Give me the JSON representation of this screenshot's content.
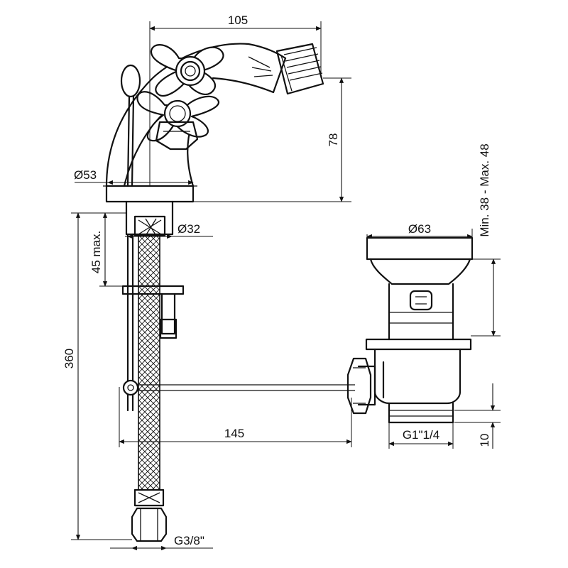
{
  "dimensions": {
    "width_spout": "105",
    "height_spout": "78",
    "diameter_base": "Ø53",
    "diameter_shank": "Ø32",
    "max_thickness": "45 max.",
    "total_height": "360",
    "rod_length": "145",
    "hose_thread": "G3/8\"",
    "waste_diameter": "Ø63",
    "waste_height": "Min. 38 - Max. 48",
    "waste_thread": "G1\"1/4",
    "waste_thread_height": "10"
  }
}
